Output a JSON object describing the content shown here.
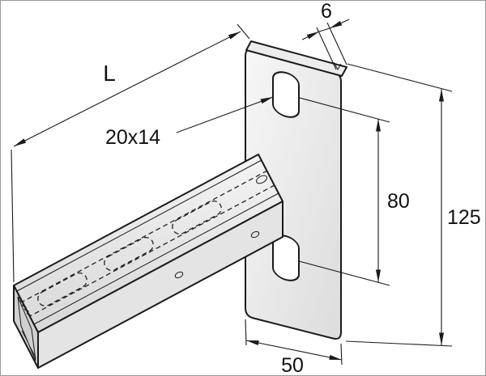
{
  "labels": {
    "length": "L",
    "plate_thickness": "6",
    "slot_size": "20x14",
    "hole_spacing": "80",
    "plate_height": "125",
    "plate_width": "50"
  },
  "colors": {
    "line": "#1a1a1a",
    "background": "#ffffff"
  }
}
